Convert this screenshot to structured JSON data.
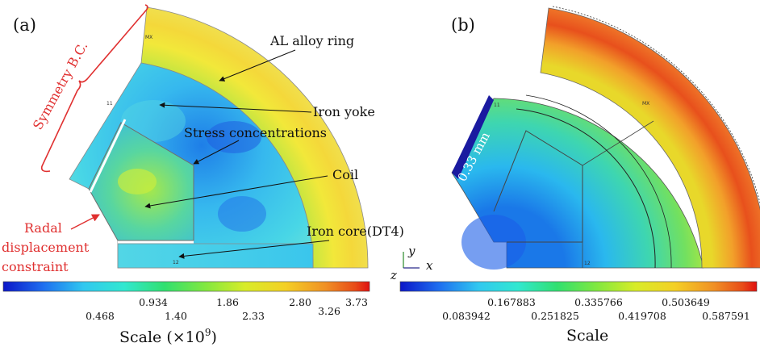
{
  "panel_a": {
    "label": "(a)",
    "annotations": {
      "symmetry": "Symmetry B.C.",
      "al_ring": "AL alloy ring",
      "iron_yoke": "Iron yoke",
      "stress": "Stress concentrations",
      "coil": "Coil",
      "iron_core": "Iron core(DT4)",
      "radial_line1": "Radal",
      "radial_line2": "displacement",
      "radial_line3": "constraint"
    },
    "mesh_marks": [
      "MX",
      "11",
      "12"
    ],
    "scale": {
      "title_prefix": "Scale (",
      "title_mult": "×10",
      "title_exp": "9",
      "title_suffix": ")",
      "upper_ticks": [
        "0.934",
        "1.86",
        "2.80",
        "3.73"
      ],
      "lower_ticks": [
        "0.468",
        "1.40",
        "2.33",
        "3.26"
      ]
    }
  },
  "panel_b": {
    "label": "(b)",
    "dimension_label": "0.33 mm",
    "mesh_marks": [
      "MX",
      "11",
      "12"
    ],
    "axes": {
      "y": "y",
      "x": "x",
      "z": "z"
    },
    "scale": {
      "title": "Scale",
      "upper_ticks": [
        "0.167883",
        "0.335766",
        "0.503649"
      ],
      "lower_ticks": [
        "0.083942",
        "0.251825",
        "0.419708",
        "0.587591"
      ]
    }
  },
  "colors": {
    "annotation_red": "#e03030",
    "ansys_blue": "#1010d0",
    "ansys_cyan": "#30d0f0",
    "ansys_green": "#40e060",
    "ansys_yellow": "#f0f020",
    "ansys_orange": "#f08020",
    "ansys_red": "#e01010"
  }
}
